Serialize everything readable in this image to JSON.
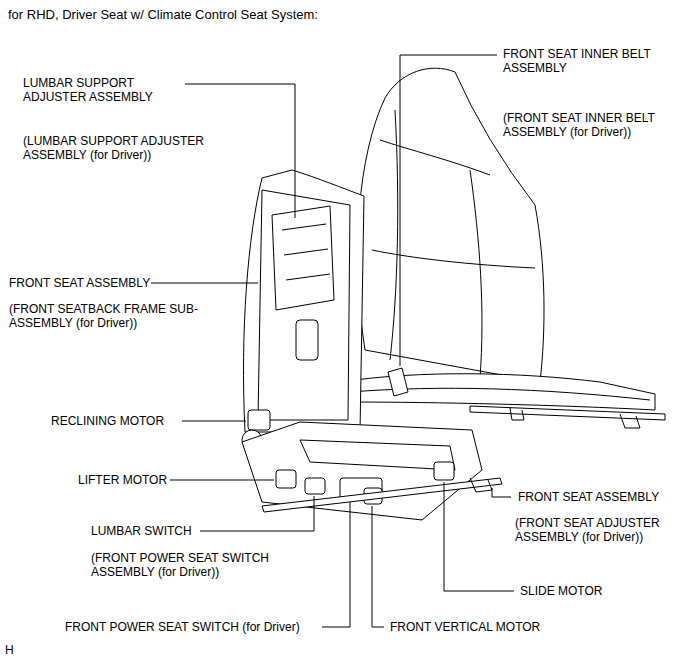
{
  "diagram": {
    "title": "for RHD, Driver Seat w/ Climate Control Seat System:",
    "labels": [
      "FRONT SEAT INNER BELT ASSEMBLY",
      "(FRONT SEAT INNER BELT ASSEMBLY (for Driver))",
      "LUMBAR SUPPORT ADJUSTER ASSEMBLY",
      "(LUMBAR SUPPORT ADJUSTER ASSEMBLY (for Driver))",
      "FRONT SEAT ASSEMBLY",
      "(FRONT SEATBACK FRAME SUB-ASSEMBLY (for Driver))",
      "RECLINING MOTOR",
      "LIFTER MOTOR",
      "FRONT SEAT ASSEMBLY",
      "(FRONT SEAT ADJUSTER ASSEMBLY (for Driver))",
      "LUMBAR SWITCH",
      "(FRONT POWER SEAT SWITCH ASSEMBLY (for Driver))",
      "SLIDE MOTOR",
      "FRONT POWER SEAT SWITCH (for Driver)",
      "FRONT VERTICAL MOTOR",
      "H"
    ]
  }
}
